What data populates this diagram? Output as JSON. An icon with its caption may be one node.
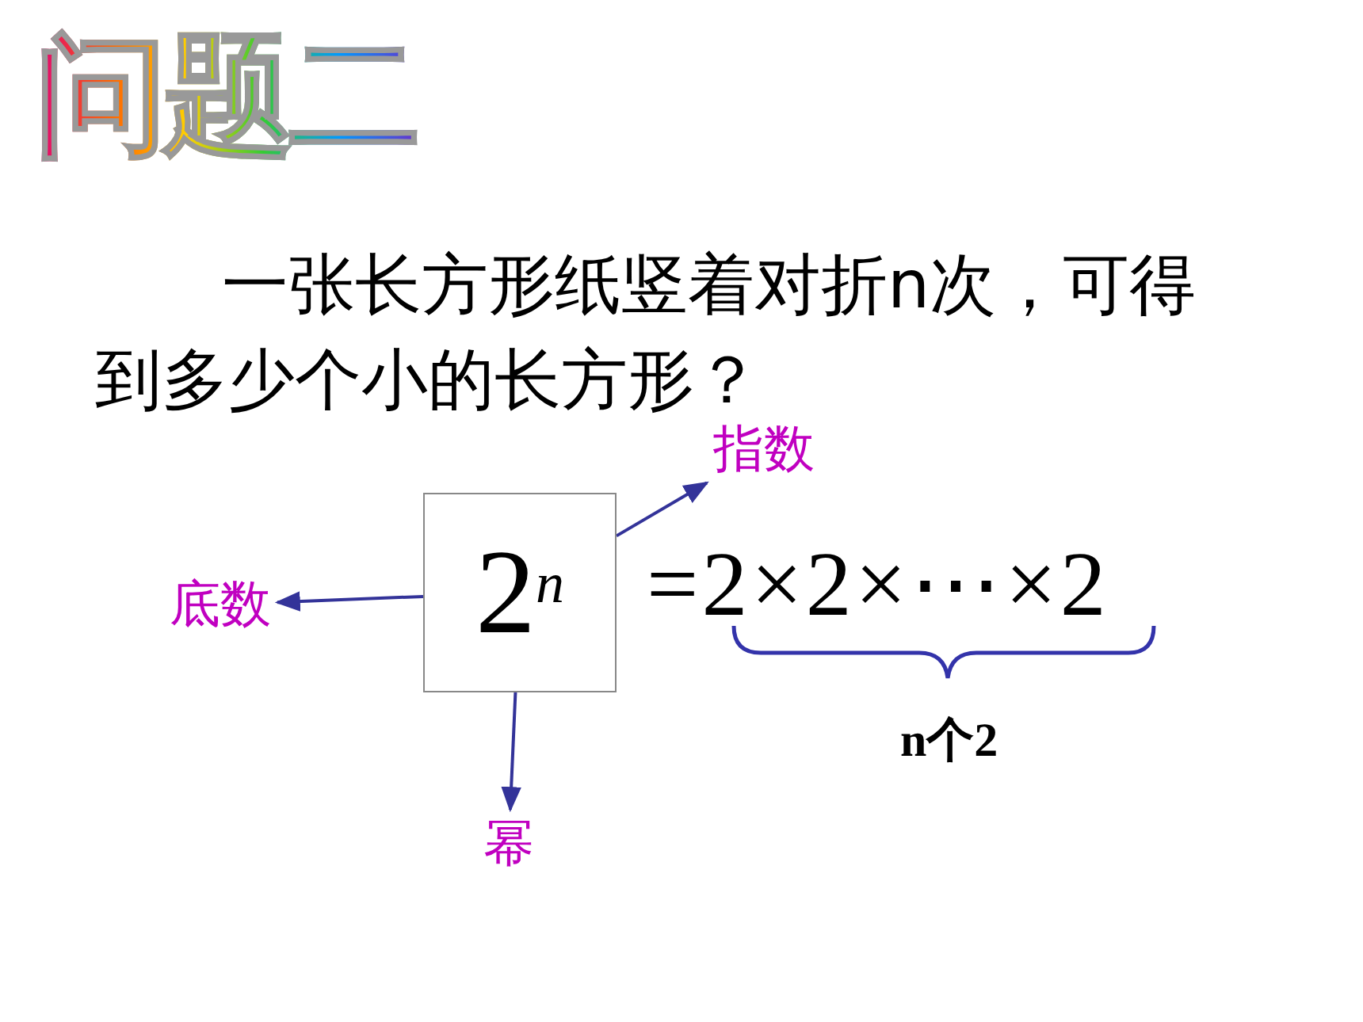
{
  "diagram": {
    "title": "问题二",
    "nodes": [
      {
        "text": [
          "2$^{n}$"
        ]
      },
      {
        "text": [
          "指数"
        ]
      },
      {
        "text": [
          "底数"
        ]
      },
      {
        "text": [
          "幂"
        ]
      }
    ],
    "edges": [
      {
        "from": 0,
        "to": 1,
        "arrow": "to"
      },
      {
        "from": 0,
        "to": 2,
        "arrow": "to"
      },
      {
        "from": 0,
        "to": 3,
        "arrow": "to"
      }
    ],
    "labels": [
      "一张长方形纸竖着对折n次，可得到多少个小的长方形？",
      "=2×2×⋯×2",
      "n个2"
    ]
  }
}
